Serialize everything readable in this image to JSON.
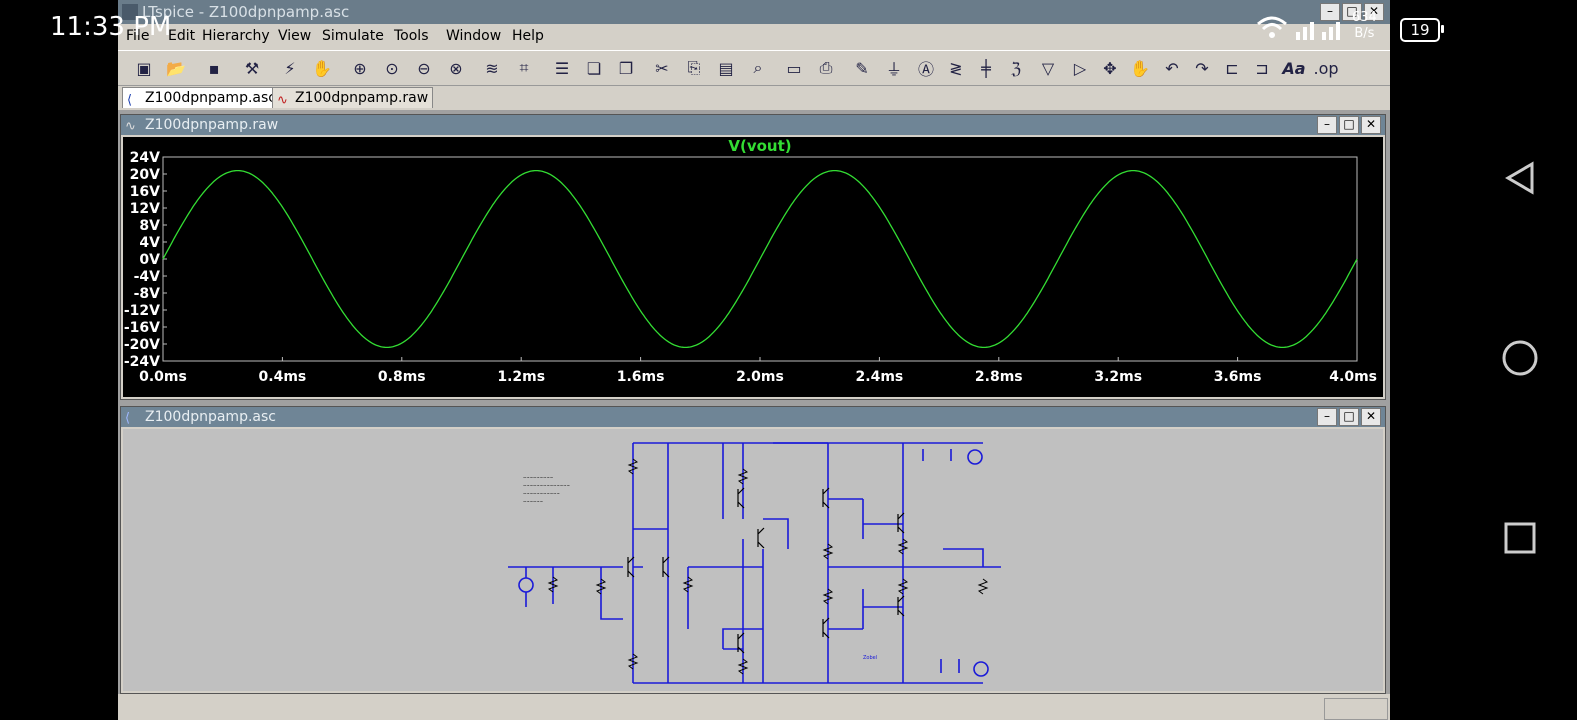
{
  "phone": {
    "clock": "11:33 PM",
    "net_speed_value": "634",
    "net_speed_unit": "B/s",
    "battery": "19"
  },
  "app": {
    "title": "LTspice - Z100dpnpamp.asc",
    "menu": [
      "File",
      "Edit",
      "Hierarchy",
      "View",
      "Simulate",
      "Tools",
      "Window",
      "Help"
    ],
    "tabs": [
      {
        "label": "Z100dpnpamp.asc",
        "icon": "schematic-icon"
      },
      {
        "label": "Z100dpnpamp.raw",
        "icon": "waveform-icon"
      }
    ],
    "toolbar_text": {
      "font_button": "Aa",
      "op_button": ".op"
    }
  },
  "waveform_window": {
    "title": "Z100dpnpamp.raw"
  },
  "schematic_window": {
    "title": "Z100dpnpamp.asc",
    "labels": [
      "Zobel"
    ]
  },
  "colors": {
    "trace": "#33dd33",
    "plot_bg": "#000000",
    "wire": "#1a1ad8",
    "titlebar": "#6f8596"
  },
  "chart_data": {
    "type": "line",
    "title": "V(vout)",
    "xlabel": "",
    "ylabel": "",
    "x_ticks": [
      "0.0ms",
      "0.4ms",
      "0.8ms",
      "1.2ms",
      "1.6ms",
      "2.0ms",
      "2.4ms",
      "2.8ms",
      "3.2ms",
      "3.6ms",
      "4.0ms"
    ],
    "y_ticks": [
      "24V",
      "20V",
      "16V",
      "12V",
      "8V",
      "4V",
      "0V",
      "-4V",
      "-8V",
      "-12V",
      "-16V",
      "-20V",
      "-24V"
    ],
    "xlim": [
      0,
      4.0
    ],
    "ylim": [
      -24,
      24
    ],
    "series": [
      {
        "name": "V(vout)",
        "function": "sine",
        "amplitude": 20.8,
        "frequency_per_ms": 1.0,
        "offset": 0,
        "x_start": 0,
        "x_end": 4.0
      }
    ]
  }
}
